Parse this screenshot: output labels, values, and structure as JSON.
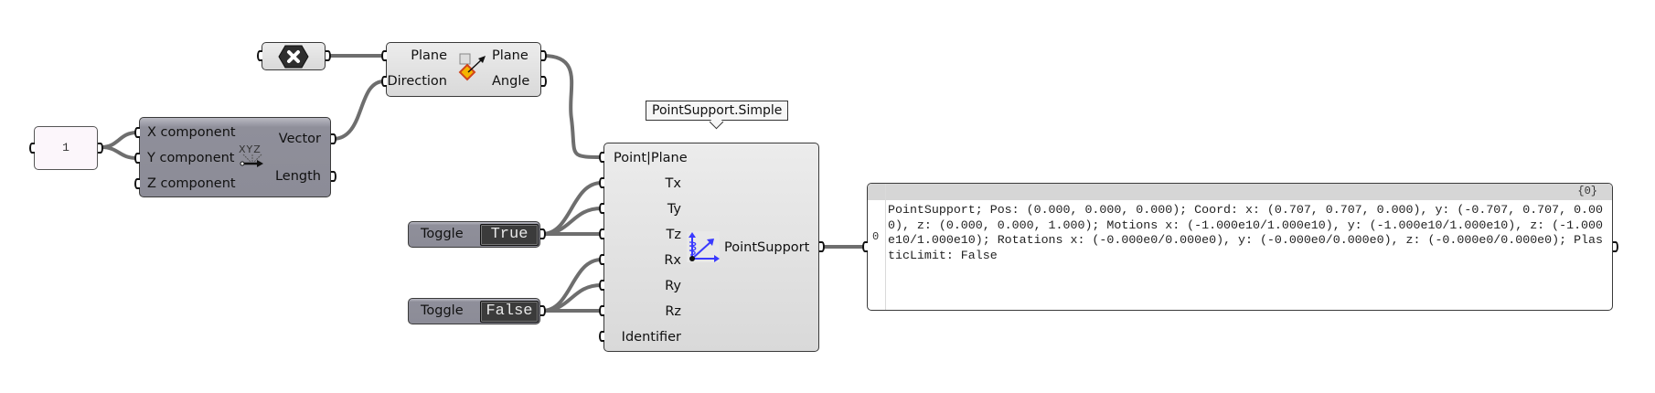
{
  "canvas": {
    "wire_color": "#6e6e6e",
    "component_fill": "#dcdcdc",
    "dark_component_fill": "#8f8f9a"
  },
  "number_slider": {
    "value": "1"
  },
  "unit_x_param": {
    "icon": "x-hexagon-icon"
  },
  "vector_xyz": {
    "inputs": [
      "X component",
      "Y component",
      "Z component"
    ],
    "outputs": [
      "Vector",
      "Length"
    ],
    "icon": "vector-xyz-icon",
    "icon_text": "XYZ"
  },
  "align_plane": {
    "inputs": [
      "Plane",
      "Direction"
    ],
    "outputs": [
      "Plane",
      "Angle"
    ],
    "icon": "align-plane-icon"
  },
  "point_support": {
    "tooltip": "PointSupport.Simple",
    "inputs": [
      "Point|Plane",
      "Tx",
      "Ty",
      "Tz",
      "Rx",
      "Ry",
      "Rz",
      "Identifier"
    ],
    "outputs": [
      "PointSupport"
    ],
    "icon": "point-support-icon",
    "icon_color": "#3a3aff"
  },
  "toggles": [
    {
      "label": "Toggle",
      "value": "True"
    },
    {
      "label": "Toggle",
      "value": "False"
    }
  ],
  "panel": {
    "path": "{0}",
    "index": "0",
    "text": "PointSupport; Pos: (0.000, 0.000, 0.000); Coord: x: (0.707, 0.707, 0.000), y: (-0.707, 0.707, 0.000), z: (0.000, 0.000, 1.000); Motions x: (-1.000e10/1.000e10), y: (-1.000e10/1.000e10), z: (-1.000e10/1.000e10); Rotations x: (-0.000e0/0.000e0), y: (-0.000e0/0.000e0), z: (-0.000e0/0.000e0); PlasticLimit: False"
  }
}
